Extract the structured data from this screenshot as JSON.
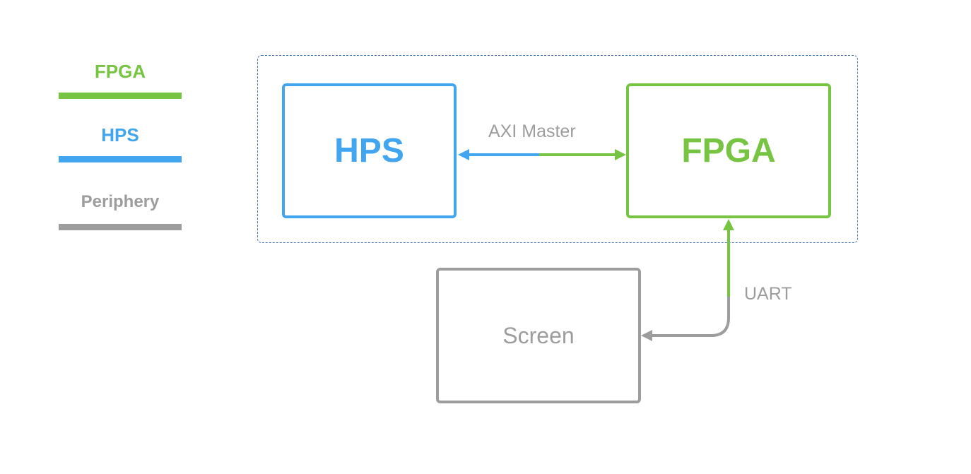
{
  "legend": {
    "items": [
      {
        "label": "FPGA",
        "color": "#76c442"
      },
      {
        "label": "HPS",
        "color": "#42a5f0"
      },
      {
        "label": "Periphery",
        "color": "#9d9d9d"
      }
    ]
  },
  "nodes": {
    "hps": {
      "label": "HPS",
      "color": "#42a5f0"
    },
    "fpga": {
      "label": "FPGA",
      "color": "#76c442"
    },
    "screen": {
      "label": "Screen",
      "color": "#9d9d9d"
    }
  },
  "edges": {
    "axi": {
      "label": "AXI Master",
      "from": "HPS",
      "to": "FPGA",
      "direction": "bidirectional"
    },
    "uart": {
      "label": "UART",
      "from": "FPGA",
      "to": "Screen",
      "direction": "bidirectional"
    }
  },
  "group": {
    "border_color": "#4a78b8",
    "style": "dashed"
  }
}
